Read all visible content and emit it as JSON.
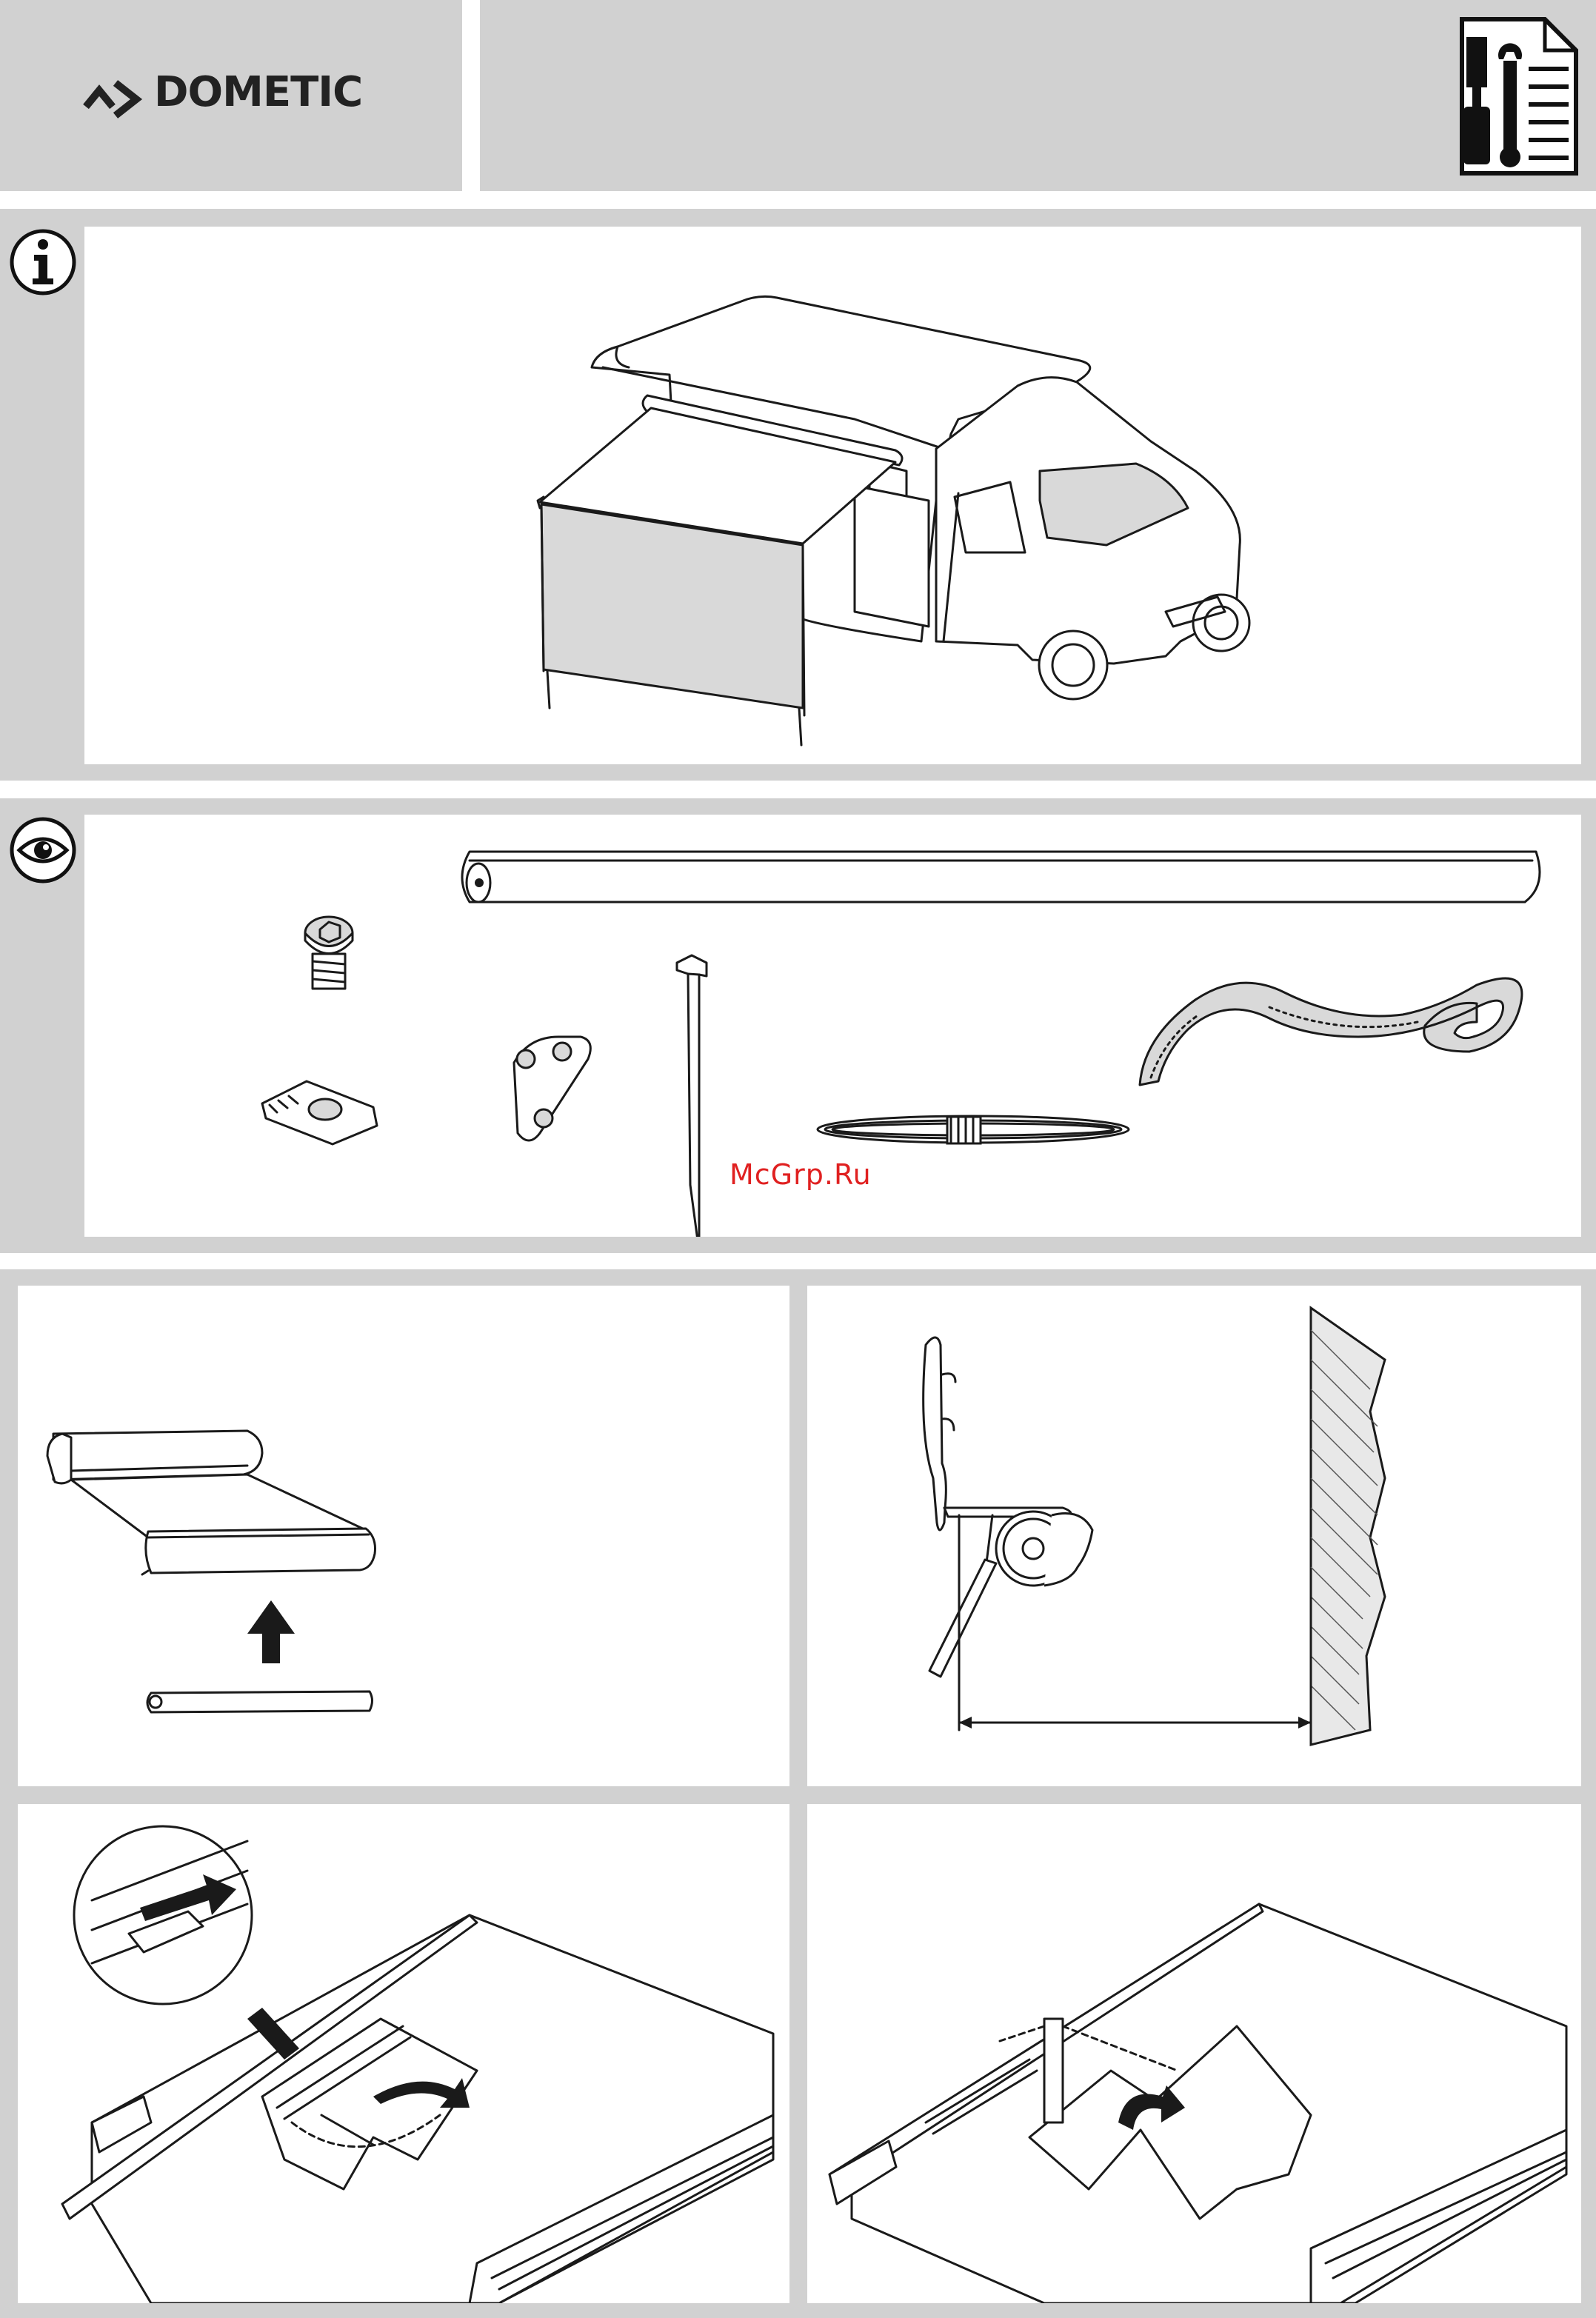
{
  "header": {
    "brand_name": "DOMETIC",
    "doc_icon": "installation-manual-icon"
  },
  "sections": {
    "info": {
      "icon": "info-icon"
    },
    "contents": {
      "icon": "eye-icon"
    }
  },
  "watermark": "McGrp.Ru",
  "icons": {
    "info": "i",
    "eye": "eye-icon",
    "up_arrow": "arrow-up-icon",
    "rotate_arrow": "rotate-arrow-icon"
  },
  "colors": {
    "panel_grey": "#d1d1d1",
    "watermark": "#e02020",
    "line": "#1a1a1a"
  }
}
